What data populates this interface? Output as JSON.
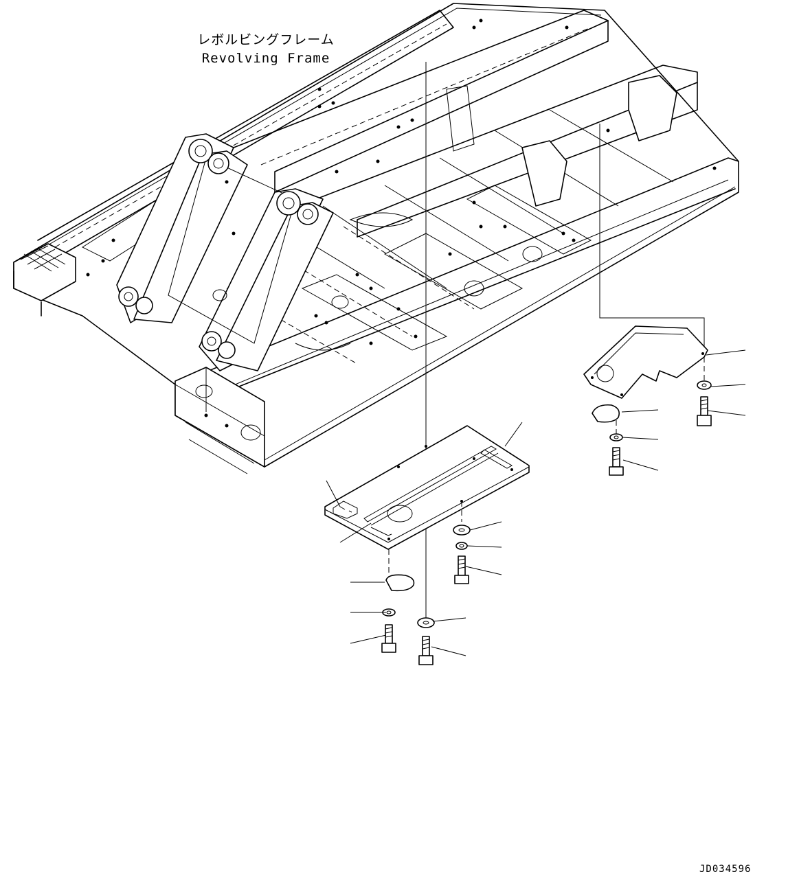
{
  "title": {
    "japanese": "レボルビングフレーム",
    "english": "Revolving Frame"
  },
  "drawing_id": "JD034596",
  "colors": {
    "line": "#000000",
    "background": "#ffffff"
  }
}
